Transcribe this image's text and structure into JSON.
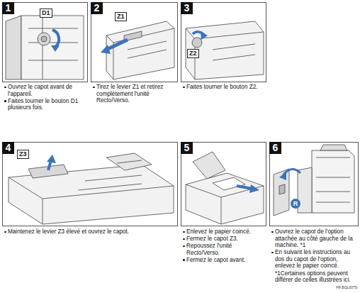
{
  "diagram": {
    "nodes": [
      {
        "text": [
          "1"
        ]
      },
      {
        "text": [
          "D1"
        ]
      },
      {
        "text": [
          "2"
        ]
      },
      {
        "text": [
          "Z1"
        ]
      },
      {
        "text": [
          "3"
        ]
      },
      {
        "text": [
          "Z2"
        ]
      },
      {
        "text": [
          "4"
        ]
      },
      {
        "text": [
          "Z3"
        ]
      },
      {
        "text": [
          "5"
        ]
      },
      {
        "text": [
          "6"
        ]
      },
      {
        "text": [
          "R"
        ]
      }
    ],
    "labels": [
      "Ouvrez le capot avant de l'appareil.",
      "Faites tourner le bouton D1 plusieurs fois.",
      "Tirez le levier Z1 et retirez complètement l'unité Recto/Verso.",
      "Faites tourner le bouton Z2.",
      "Maintenez le levier Z3 élevé et ouvrez le capot.",
      "Enlevez le papier coincé.",
      "Fermez le capot Z3.",
      "Repoussez l'unité Recto/Verso.",
      "Fermez le capot avant.",
      "Ouvrez le capot de l'option attachée au côté gauche de la machine. *1",
      "En suivant les instructions au dos du capot de l'option, enlevez le papier coincé.",
      "*1Certaines options peuvent différer de celles illustrées ici.",
      "FR BQL007S"
    ]
  }
}
